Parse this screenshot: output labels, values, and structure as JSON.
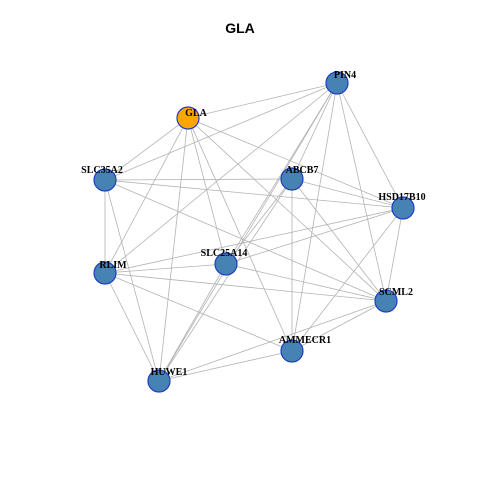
{
  "title": "GLA",
  "colors": {
    "node": "#4682b4",
    "focus": "#ffa500",
    "stroke": "#1f3fbf",
    "edge": "#b3b3b3"
  },
  "nodes": [
    {
      "id": "GLA",
      "label": "GLA",
      "focus": true
    },
    {
      "id": "PIN4",
      "label": "PIN4"
    },
    {
      "id": "SLC35A2",
      "label": "SLC35A2"
    },
    {
      "id": "ABCB7",
      "label": "ABCB7"
    },
    {
      "id": "HSD17B10",
      "label": "HSD17B10"
    },
    {
      "id": "SLC25A14",
      "label": "SLC25A14"
    },
    {
      "id": "RLIM",
      "label": "RLIM"
    },
    {
      "id": "SCML2",
      "label": "SCML2"
    },
    {
      "id": "AMMECR1",
      "label": "AMMECR1"
    },
    {
      "id": "HUWE1",
      "label": "HUWE1"
    }
  ],
  "edges": [
    [
      "GLA",
      "PIN4"
    ],
    [
      "GLA",
      "SLC35A2"
    ],
    [
      "GLA",
      "RLIM"
    ],
    [
      "GLA",
      "HUWE1"
    ],
    [
      "GLA",
      "SLC25A14"
    ],
    [
      "GLA",
      "HSD17B10"
    ],
    [
      "GLA",
      "SCML2"
    ],
    [
      "GLA",
      "AMMECR1"
    ],
    [
      "PIN4",
      "SLC35A2"
    ],
    [
      "PIN4",
      "ABCB7"
    ],
    [
      "PIN4",
      "HSD17B10"
    ],
    [
      "PIN4",
      "SLC25A14"
    ],
    [
      "PIN4",
      "RLIM"
    ],
    [
      "PIN4",
      "SCML2"
    ],
    [
      "PIN4",
      "AMMECR1"
    ],
    [
      "PIN4",
      "HUWE1"
    ],
    [
      "SLC35A2",
      "ABCB7"
    ],
    [
      "SLC35A2",
      "HSD17B10"
    ],
    [
      "SLC35A2",
      "RLIM"
    ],
    [
      "SLC35A2",
      "HUWE1"
    ],
    [
      "SLC35A2",
      "SCML2"
    ],
    [
      "ABCB7",
      "HSD17B10"
    ],
    [
      "ABCB7",
      "SLC25A14"
    ],
    [
      "ABCB7",
      "AMMECR1"
    ],
    [
      "ABCB7",
      "HUWE1"
    ],
    [
      "ABCB7",
      "SCML2"
    ],
    [
      "HSD17B10",
      "SLC25A14"
    ],
    [
      "HSD17B10",
      "RLIM"
    ],
    [
      "HSD17B10",
      "SCML2"
    ],
    [
      "HSD17B10",
      "AMMECR1"
    ],
    [
      "SLC25A14",
      "RLIM"
    ],
    [
      "SLC25A14",
      "SCML2"
    ],
    [
      "SLC25A14",
      "HUWE1"
    ],
    [
      "RLIM",
      "HUWE1"
    ],
    [
      "RLIM",
      "AMMECR1"
    ],
    [
      "RLIM",
      "SCML2"
    ],
    [
      "SCML2",
      "AMMECR1"
    ],
    [
      "SCML2",
      "HUWE1"
    ],
    [
      "AMMECR1",
      "HUWE1"
    ]
  ]
}
